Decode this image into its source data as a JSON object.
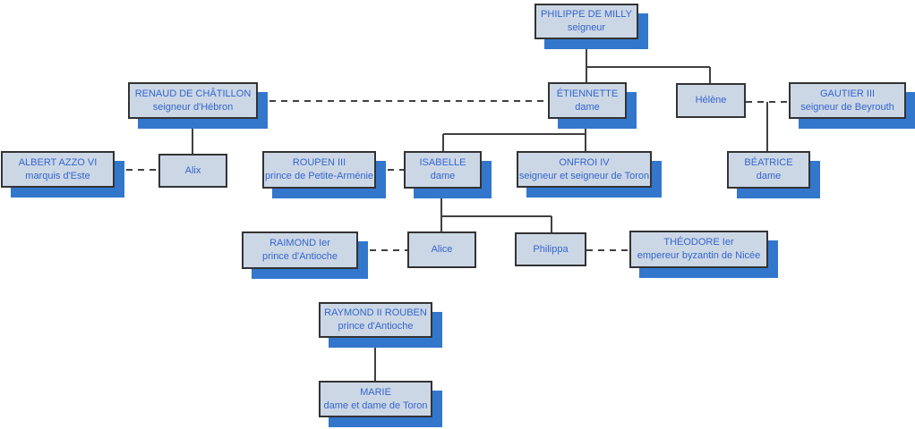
{
  "diagram": {
    "type": "family-tree",
    "colors": {
      "box_fill": "#ccd7e6",
      "box_border": "#333333",
      "shadow": "#3377cd",
      "text": "#3366cc",
      "line": "#404040"
    },
    "nodes": [
      {
        "name": "PHILIPPE DE MILLY",
        "subtitle": "seigneur"
      },
      {
        "name": "RENAUD DE CHÂTILLON",
        "subtitle": "seigneur d'Hébron"
      },
      {
        "name": "ÉTIENNETTE",
        "subtitle": "dame"
      },
      {
        "name": "Hélène",
        "subtitle": ""
      },
      {
        "name": "GAUTIER III",
        "subtitle": "seigneur de Beyrouth"
      },
      {
        "name": "ALBERT AZZO VI",
        "subtitle": "marquis d'Este"
      },
      {
        "name": "Alix",
        "subtitle": ""
      },
      {
        "name": "ROUPEN III",
        "subtitle": "prince de Petite-Arménie"
      },
      {
        "name": "ISABELLE",
        "subtitle": "dame"
      },
      {
        "name": "ONFROI IV",
        "subtitle": "seigneur et seigneur de Toron"
      },
      {
        "name": "BÉATRICE",
        "subtitle": "dame"
      },
      {
        "name": "RAIMOND Ier",
        "subtitle": "prince d'Antioche"
      },
      {
        "name": "Alice",
        "subtitle": ""
      },
      {
        "name": "Philippa",
        "subtitle": ""
      },
      {
        "name": "THÉODORE Ier",
        "subtitle": "empereur byzantin de Nicée"
      },
      {
        "name": "RAYMOND II ROUBEN",
        "subtitle": "prince d'Antioche"
      },
      {
        "name": "MARIE",
        "subtitle": "dame et dame de Toron"
      }
    ]
  }
}
